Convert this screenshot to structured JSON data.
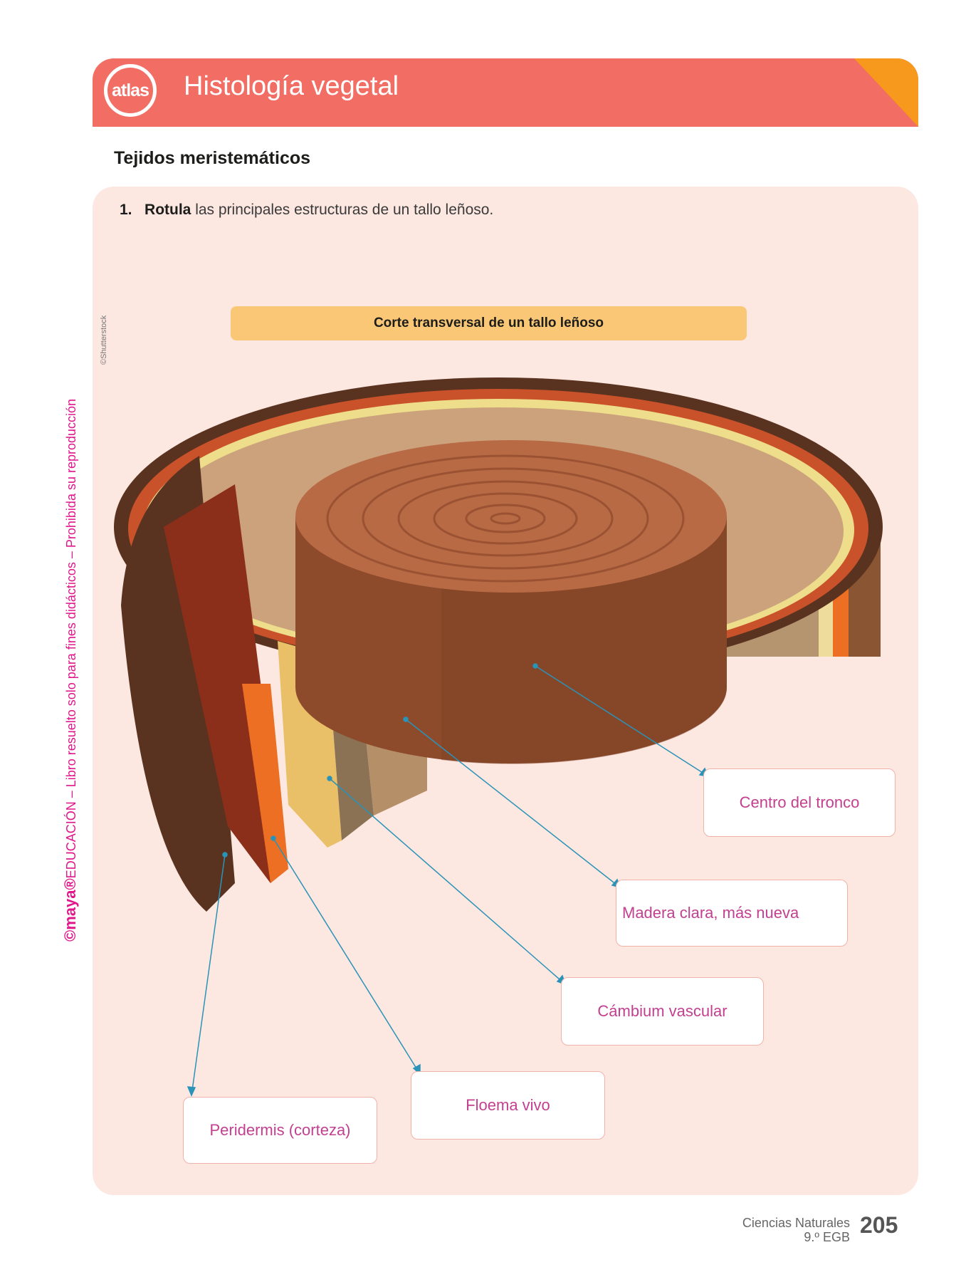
{
  "header": {
    "logo": "atlas",
    "title": "Histología vegetal",
    "accent": "#f26d63",
    "corner": "#f7991c"
  },
  "section_title": "Tejidos meristemáticos",
  "instruction": {
    "number": "1.",
    "verb": "Rotula",
    "text": " las principales estructuras de un tallo leñoso."
  },
  "figure": {
    "banner": "Corte transversal de un tallo leñoso",
    "credit": "©Shutterstock"
  },
  "labels": {
    "centro": "Centro del tronco",
    "madera": "Madera clara, más nueva",
    "cambium": "Cámbium vascular",
    "floema": "Floema vivo",
    "peridermis": "Peridermis (corteza)"
  },
  "side_note": {
    "brand": "©maya®",
    "text": "EDUCACIÓN – Libro resuelto solo para fines didácticos – Prohibida su reproducción"
  },
  "footer": {
    "subject": "Ciencias Naturales",
    "grade": "9.º EGB",
    "page": "205"
  }
}
